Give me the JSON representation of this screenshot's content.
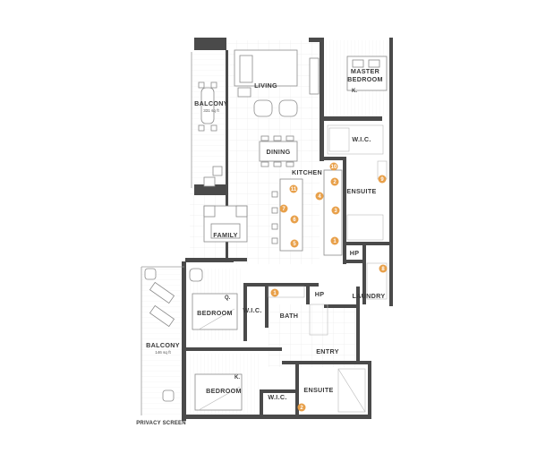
{
  "rooms": {
    "living": "LIVING",
    "master_bedroom_line1": "MASTER",
    "master_bedroom_line2": "BEDROOM",
    "master_bed_size": "K.",
    "balcony_top": "BALCONY",
    "balcony_top_area": "331 sq ft",
    "wic_master": "W.I.C.",
    "dining": "DINING",
    "kitchen": "KITCHEN",
    "ensuite_master": "ENSUITE",
    "family": "FAMILY",
    "hp_upper": "HP",
    "bedroom_q": "BEDROOM",
    "bedroom_q_size": "Q.",
    "wic_bedroom_q": "W.I.C.",
    "bath": "BATH",
    "hp_lower": "HP",
    "laundry": "LAUNDRY",
    "balcony_bottom": "BALCONY",
    "balcony_bottom_area": "146 sq ft",
    "entry": "ENTRY",
    "bedroom_k": "BEDROOM",
    "bedroom_k_size": "K.",
    "wic_bedroom_k": "W.I.C.",
    "ensuite_lower": "ENSUITE",
    "privacy_screen": "PRIVACY SCREEN"
  },
  "markers": [
    "1",
    "2",
    "3",
    "4",
    "5",
    "6",
    "7",
    "8",
    "9",
    "10",
    "11",
    "1",
    "2"
  ],
  "colors": {
    "wall": "#4a4a4a",
    "marker": "#e8a04a",
    "grid": "#e6e6e6"
  }
}
